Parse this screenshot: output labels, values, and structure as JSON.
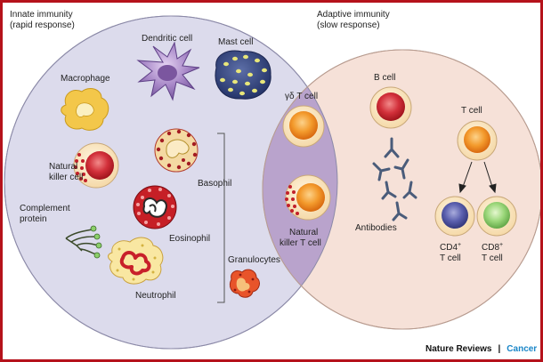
{
  "diagram": {
    "innate_title": "Innate immunity",
    "innate_subtitle": "(rapid response)",
    "adaptive_title": "Adaptive immunity",
    "adaptive_subtitle": "(slow response)",
    "labels": {
      "dendritic": "Dendritic cell",
      "mast": "Mast cell",
      "macrophage": "Macrophage",
      "nk_line1": "Natural",
      "nk_line2": "killer cell",
      "basophil": "Basophil",
      "complement_line1": "Complement",
      "complement_line2": "protein",
      "eosinophil": "Eosinophil",
      "neutrophil": "Neutrophil",
      "granulocytes": "Granulocytes",
      "gd_t_cell": "γδ T cell",
      "nkt_line1": "Natural",
      "nkt_line2": "killer T cell",
      "b_cell": "B cell",
      "antibodies": "Antibodies",
      "t_cell": "T cell",
      "cd4_line1": "CD4",
      "cd4_sup": "+",
      "cd4_line2": "T cell",
      "cd8_line1": "CD8",
      "cd8_sup": "+",
      "cd8_line2": "T cell"
    }
  },
  "footer": {
    "publisher": "Nature Reviews",
    "separator": "|",
    "journal": "Cancer"
  },
  "colors": {
    "frame": "#b5121b",
    "innate_fill": "#dcdbec",
    "adaptive_fill": "#f6e1d8",
    "overlap_fill": "#b9a3cc",
    "orange_cell": "#f08a1e",
    "red_cell": "#c8202a",
    "cd4_cell": "#4a4f9a",
    "cd8_cell": "#8ccf6a",
    "journal": "#1a86c8"
  }
}
